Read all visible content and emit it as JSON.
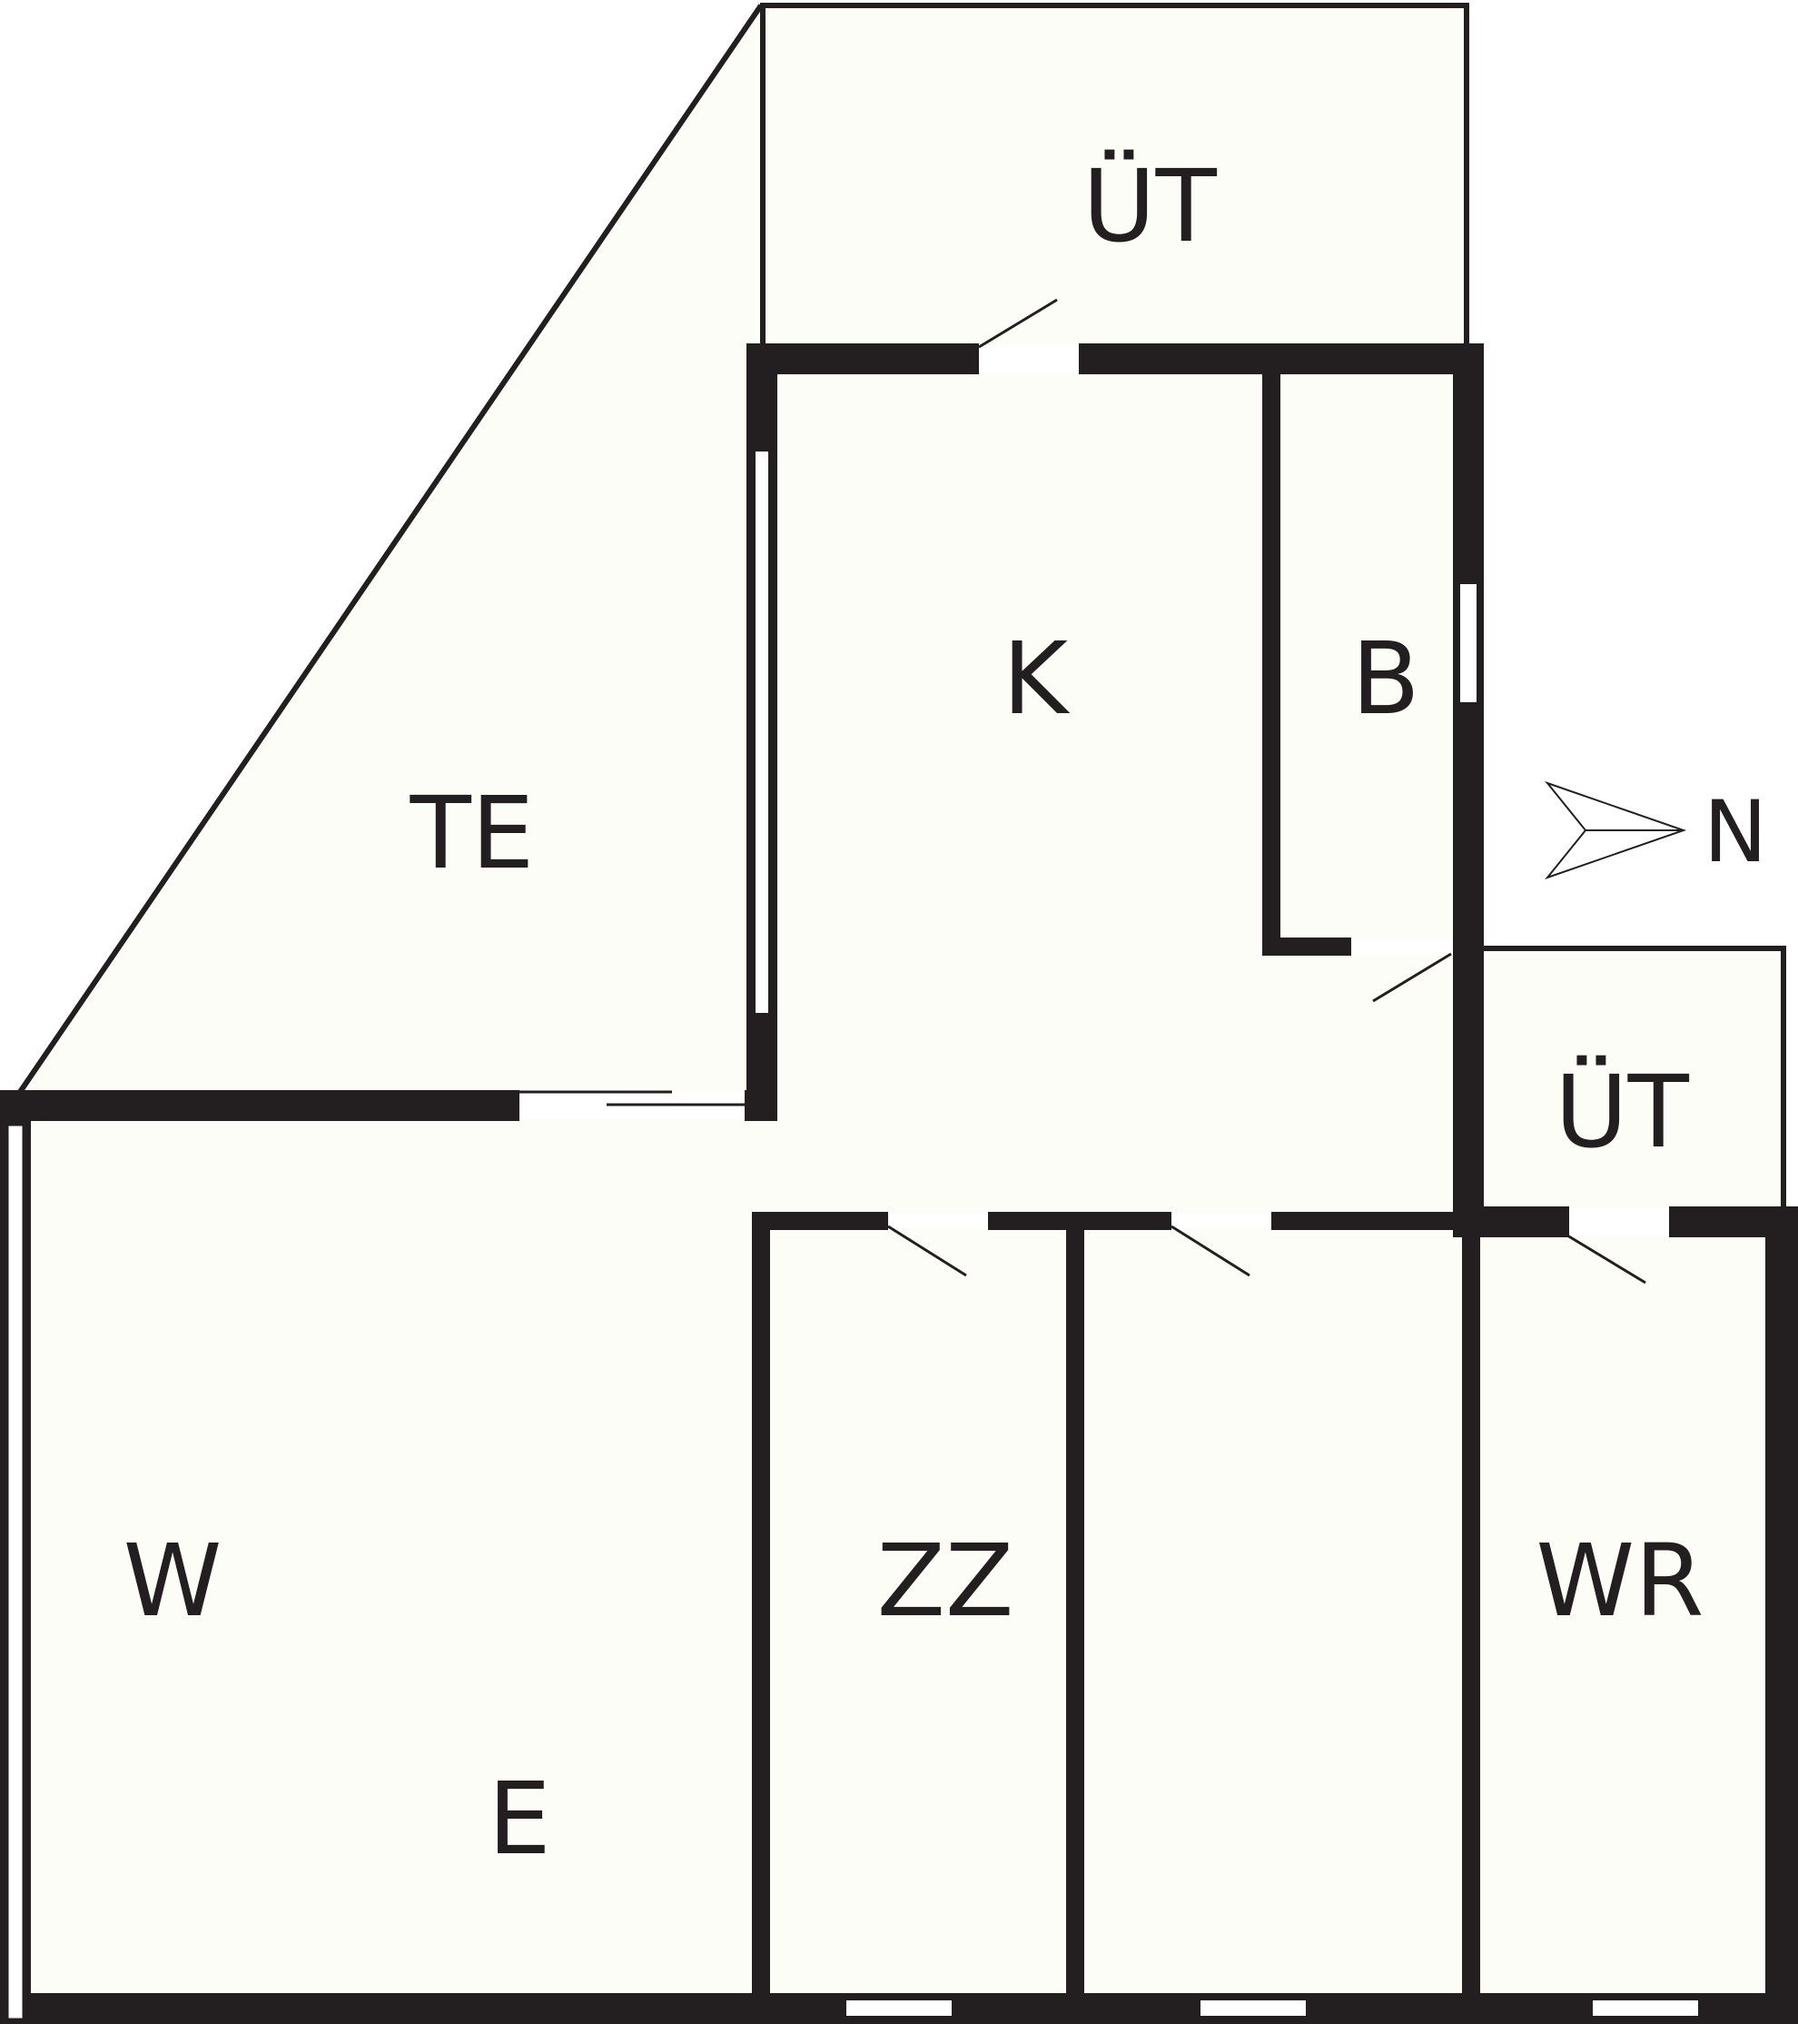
{
  "floorplan": {
    "colors": {
      "room_fill": "#fdfdf7",
      "wall": "#231f20",
      "opening": "#ffffff"
    },
    "rooms": {
      "balcony_top": "ÜT",
      "terrace": "TE",
      "kitchen": "K",
      "bath": "B",
      "balcony_right": "ÜT",
      "living_w": "W",
      "living_e": "E",
      "room_zz": "ZZ",
      "room_wr": "WR"
    },
    "compass": {
      "label": "N",
      "icon": "north-arrow-icon"
    }
  }
}
